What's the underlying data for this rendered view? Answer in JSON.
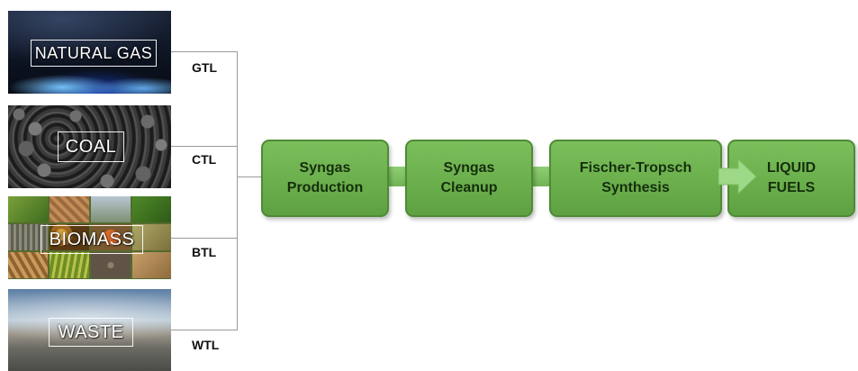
{
  "feedstocks": [
    {
      "label": "NATURAL GAS",
      "route": "GTL"
    },
    {
      "label": "COAL",
      "route": "CTL"
    },
    {
      "label": "BIOMASS",
      "route": "BTL"
    },
    {
      "label": "WASTE",
      "route": "WTL"
    }
  ],
  "process_steps": [
    {
      "label": "Syngas\nProduction"
    },
    {
      "label": "Syngas\nCleanup"
    },
    {
      "label": "Fischer-Tropsch\nSynthesis"
    },
    {
      "label": "LIQUID\nFUELS"
    }
  ],
  "colors": {
    "box_fill": "#6aae4c",
    "box_border": "#4f8a36",
    "box_text": "#152e0c",
    "connector_line": "#9a9a9a"
  }
}
